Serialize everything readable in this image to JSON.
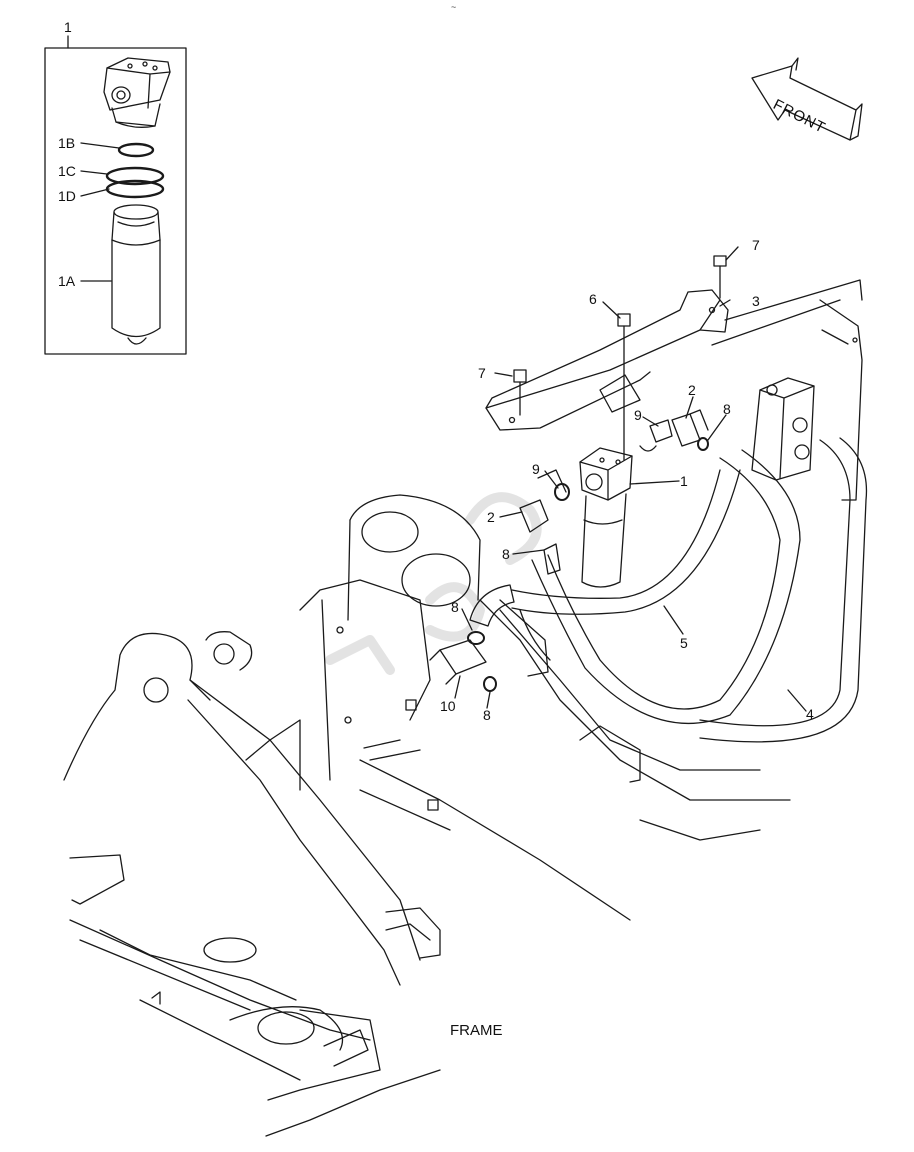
{
  "drawing": {
    "top_mark": "~",
    "front_label": "FRONT",
    "frame_label": "FRAME"
  },
  "callouts": {
    "c1_inset": "1",
    "c1b": "1B",
    "c1c": "1C",
    "c1d": "1D",
    "c1a": "1A",
    "c7_top": "7",
    "c6": "6",
    "c3": "3",
    "c7_left": "7",
    "c2_right": "2",
    "c8_right": "8",
    "c9_top": "9",
    "c9_left": "9",
    "c1_main": "1",
    "c2_left": "2",
    "c8_left": "8",
    "c8_mid": "8",
    "c5": "5",
    "c10": "10",
    "c8_bottom": "8",
    "c4": "4"
  },
  "colors": {
    "line": "#1a1a1a",
    "watermark": "#c8c8c8"
  }
}
